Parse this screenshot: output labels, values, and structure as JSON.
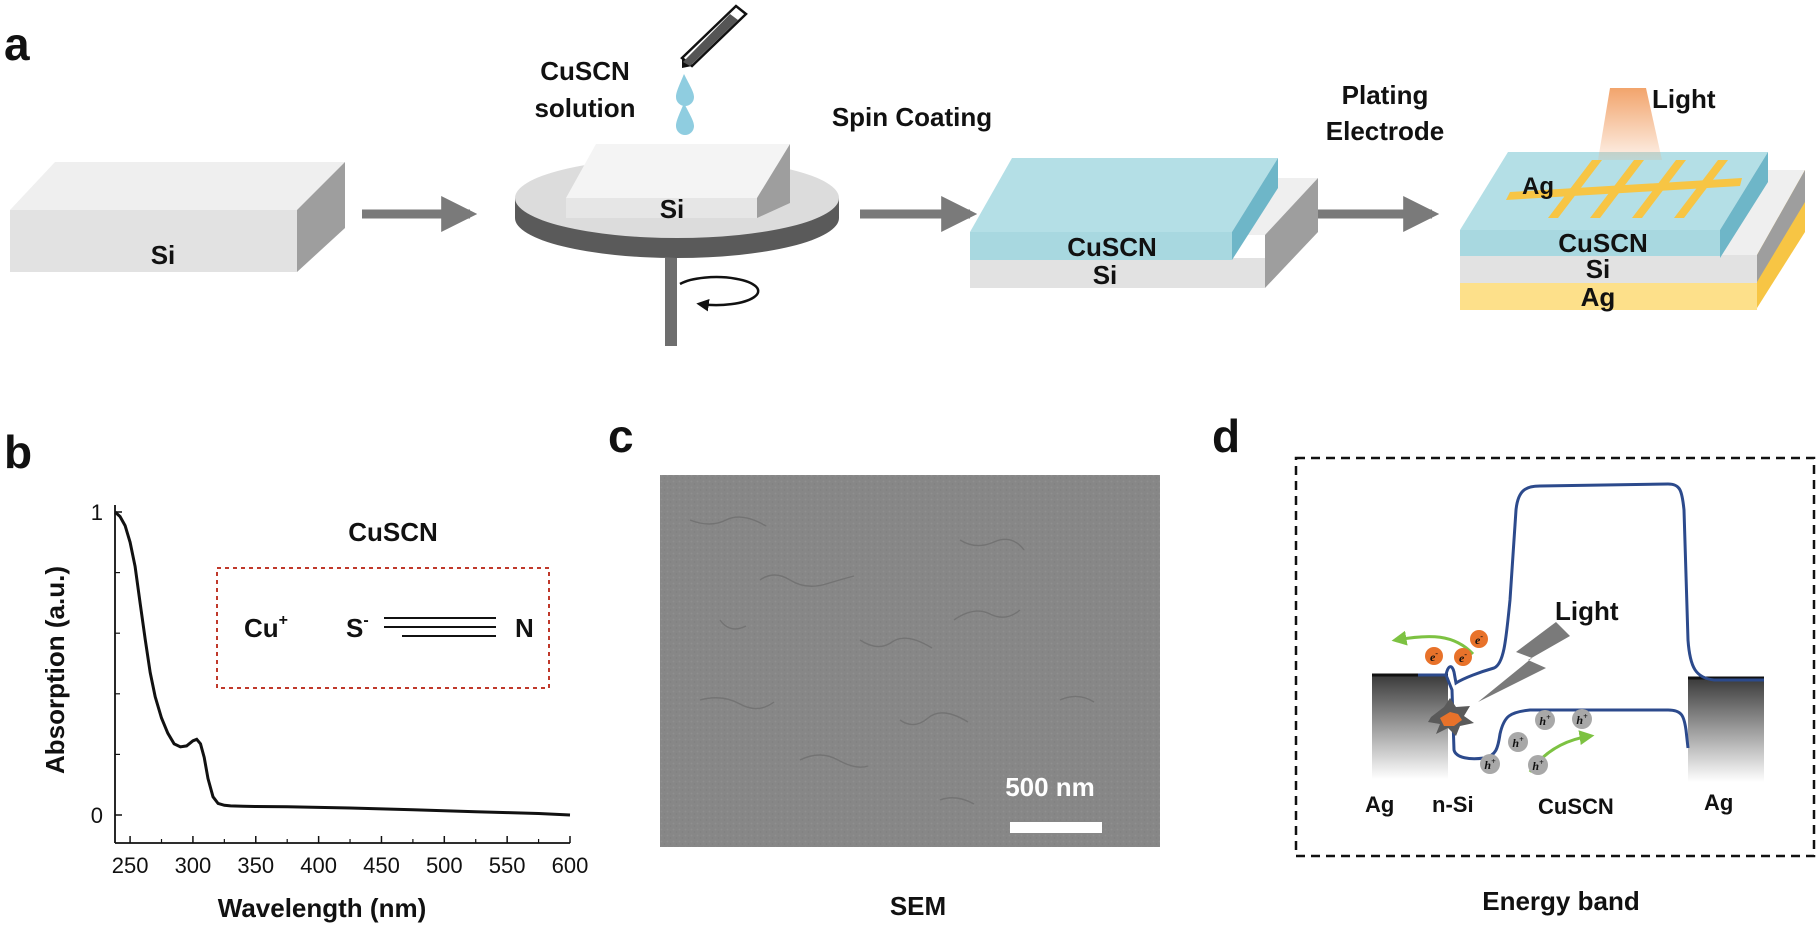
{
  "panels": {
    "a": {
      "letter": "a",
      "step1_layer": "Si",
      "solution_label_line1": "CuSCN",
      "solution_label_line2": "solution",
      "spin_sub_label": "Si",
      "spin_caption": "Spin Coating",
      "step3_top_layer": "CuSCN",
      "step3_bottom_layer": "Si",
      "plating_line1": "Plating",
      "plating_line2": "Electrode",
      "light_label": "Light",
      "grid_label": "Ag",
      "step4_layer1": "CuSCN",
      "step4_layer2": "Si",
      "step4_layer3": "Ag",
      "colors": {
        "cuscn": "#a8d8e0",
        "si": "#e2e2e2",
        "ag": "#fde08a",
        "light": "#f2a46c",
        "arrow": "#7a7a7a"
      }
    },
    "b": {
      "letter": "b",
      "inset_title": "CuSCN",
      "inset_cu": "Cu",
      "inset_cu_sup": "+",
      "inset_s": "S",
      "inset_s_sup": "-",
      "inset_n": "N"
    },
    "c": {
      "letter": "c",
      "scalebar_label": "500 nm",
      "caption": "SEM"
    },
    "d": {
      "letter": "d",
      "light_label": "Light",
      "electron_label": "e",
      "electron_sup": "-",
      "hole_label": "h",
      "hole_sup": "+",
      "region_labels": [
        "Ag",
        "n-Si",
        "CuSCN",
        "Ag"
      ],
      "caption": "Energy band",
      "colors": {
        "band": "#2c4a8c",
        "arrow": "#7dc242",
        "electron": "#e8722a",
        "hole": "#a8a8a8"
      }
    }
  },
  "chart_data": {
    "type": "line",
    "title": "",
    "xlabel": "Wavelength (nm)",
    "ylabel": "Absorption (a.u.)",
    "xlim": [
      238,
      600
    ],
    "ylim": [
      0,
      1
    ],
    "xticks": [
      250,
      300,
      350,
      400,
      450,
      500,
      550,
      600
    ],
    "yticks": [
      0,
      1
    ],
    "grid": false,
    "series": [
      {
        "x": [
          238,
          242,
          246,
          250,
          254,
          258,
          262,
          266,
          270,
          275,
          280,
          285,
          290,
          295,
          300,
          303,
          306,
          309,
          312,
          316,
          320,
          325,
          330,
          340,
          350,
          375,
          400,
          425,
          450,
          475,
          500,
          525,
          550,
          575,
          600
        ],
        "y": [
          1.0,
          0.985,
          0.955,
          0.9,
          0.82,
          0.7,
          0.58,
          0.47,
          0.39,
          0.32,
          0.27,
          0.235,
          0.225,
          0.228,
          0.245,
          0.25,
          0.235,
          0.19,
          0.12,
          0.06,
          0.038,
          0.032,
          0.03,
          0.029,
          0.028,
          0.027,
          0.025,
          0.023,
          0.02,
          0.017,
          0.014,
          0.011,
          0.008,
          0.005,
          0.0
        ]
      }
    ]
  }
}
